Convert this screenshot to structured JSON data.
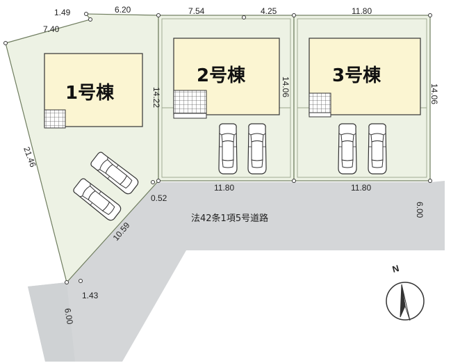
{
  "colors": {
    "lot": "#edf2e4",
    "lot_border": "#6f7d5f",
    "building": "#fbf5d2",
    "road": "#d4d6d8",
    "grid": "#bcc5b6"
  },
  "buildings": [
    {
      "label": "1号棟"
    },
    {
      "label": "2号棟"
    },
    {
      "label": "3号棟"
    }
  ],
  "road": {
    "label": "法42条1項5号道路"
  },
  "dimensions": {
    "d_1_49": "1.49",
    "d_6_20": "6.20",
    "d_7_40": "7.40",
    "d_7_54": "7.54",
    "d_4_25": "4.25",
    "d_11_80_top": "11.80",
    "d_14_22": "14.22",
    "d_14_06_mid": "14.06",
    "d_14_06_right": "14.06",
    "d_21_46": "21.46",
    "d_11_80_bottom_left": "11.80",
    "d_11_80_bottom_right": "11.80",
    "d_0_52": "0.52",
    "d_10_59": "10.59",
    "d_1_43": "1.43",
    "d_6_00_right": "6.00",
    "d_6_00_left": "6.00"
  },
  "compass": {
    "label": "N",
    "icon": "north-arrow-icon"
  },
  "car_icon": "car-icon"
}
